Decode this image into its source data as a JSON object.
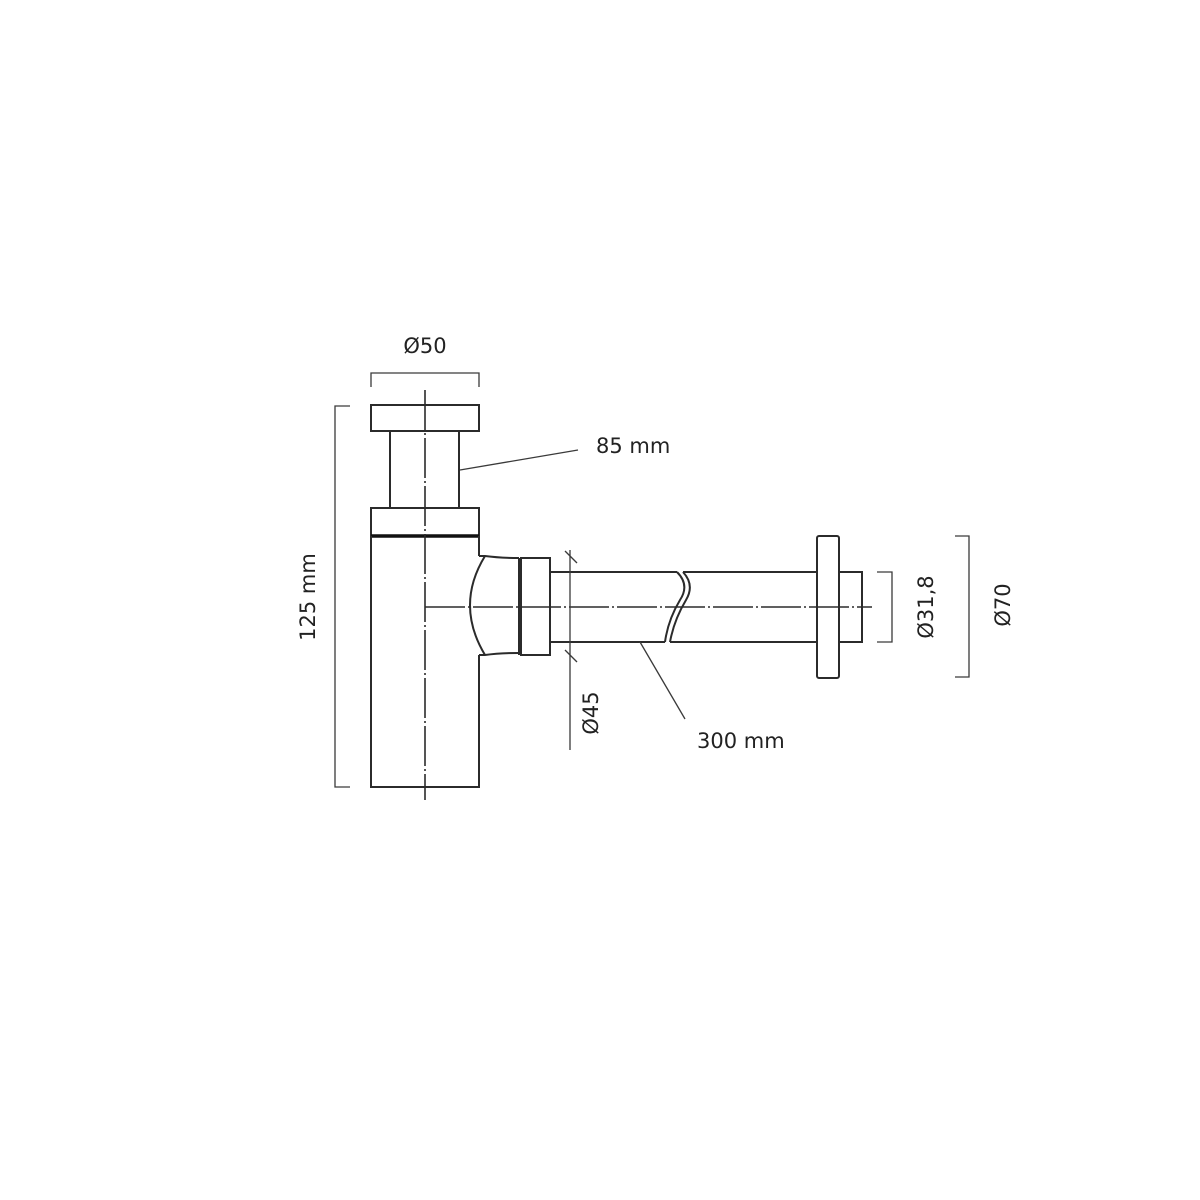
{
  "drawing": {
    "title": "Bottle trap technical drawing",
    "dimensions": {
      "top_diameter": "Ø50",
      "tube_length": "85 mm",
      "total_height": "125 mm",
      "outlet_diameter": "Ø45",
      "pipe_length": "300 mm",
      "pipe_diameter": "Ø31,8",
      "flange_diameter": "Ø70"
    },
    "colors": {
      "line": "#2b2b2b",
      "background": "#ffffff"
    }
  }
}
